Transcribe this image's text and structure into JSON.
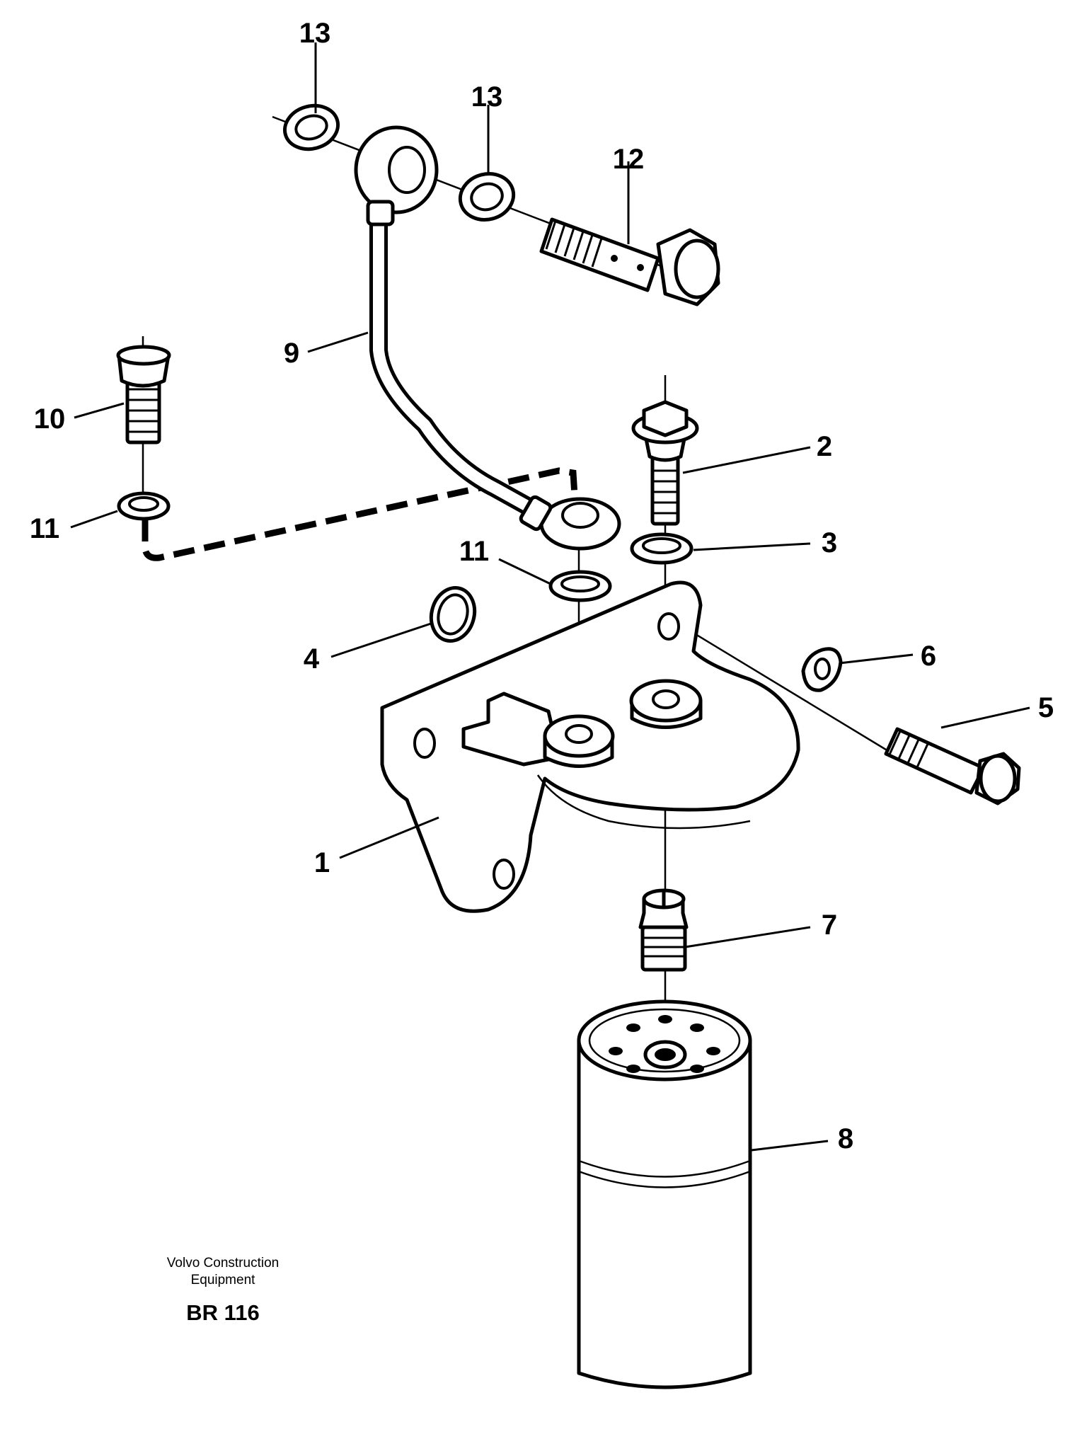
{
  "callouts": {
    "p1": "1",
    "p2": "2",
    "p3": "3",
    "p4": "4",
    "p5": "5",
    "p6": "6",
    "p7": "7",
    "p8": "8",
    "p9": "9",
    "p10": "10",
    "p11a": "11",
    "p11b": "11",
    "p12": "12",
    "p13a": "13",
    "p13b": "13"
  },
  "caption": {
    "line1": "Volvo Construction",
    "line2": "Equipment",
    "code": "BR 116"
  }
}
